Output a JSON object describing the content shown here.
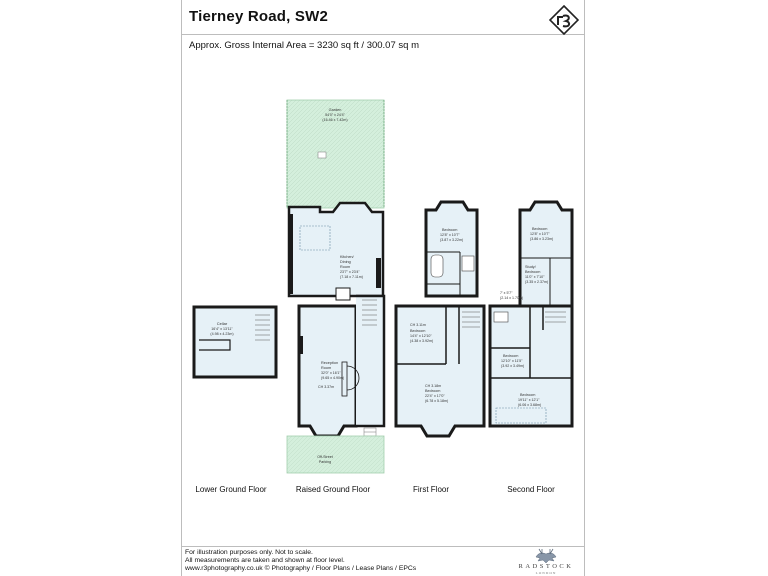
{
  "header": {
    "title": "Tierney Road, SW2",
    "area": "Approx. Gross Internal Area = 3230 sq ft  /  300.07 sq m"
  },
  "logo": {
    "icon": "r3-logo-icon"
  },
  "floors": [
    {
      "key": "lower",
      "label": "Lower Ground Floor"
    },
    {
      "key": "raised",
      "label": "Raised Ground Floor"
    },
    {
      "key": "first",
      "label": "First Floor"
    },
    {
      "key": "second",
      "label": "Second Floor"
    }
  ],
  "rooms": {
    "cellar": {
      "name": "Cellar",
      "dims1": "16'4\" x 13'11\"",
      "dims2": "(4.98 x 4.23m)"
    },
    "garden": {
      "name": "Garden",
      "dims1": "54'0\" x 24'4\"",
      "dims2": "(16.46 x 7.42m)"
    },
    "kitchen": {
      "line1": "Kitchen/",
      "line2": "Dining",
      "line3": "Room",
      "dims1": "23'7\" x 23'4\"",
      "dims2": "(7.18 x 7.11m)"
    },
    "reception": {
      "line1": "Reception",
      "line2": "Room",
      "dims1": "32'0\" x 16'1\"",
      "dims2": "(9.65 x 4.90m)"
    },
    "raised_ch": "CH 3.37m",
    "parking": {
      "line1": "Off-Street",
      "line2": "Parking"
    },
    "ff_bedroom_back": {
      "name": "Bedroom",
      "dims1": "12'8\" x 10'7\"",
      "dims2": "(3.87 x 3.22m)"
    },
    "ff_bedroom_mid": {
      "ch": "CH 3.11m",
      "name": "Bedroom",
      "dims1": "14'4\" x 12'10\"",
      "dims2": "(4.38 x 3.92m)"
    },
    "ff_bedroom_front": {
      "ch": "CH 3.18m",
      "name": "Bedroom",
      "dims1": "22'4\" x 17'0\"",
      "dims2": "(6.78 x 5.18m)"
    },
    "sf_bedroom_back": {
      "name": "Bedroom",
      "dims1": "12'8\" x 10'7\"",
      "dims2": "(3.86 x 3.23m)"
    },
    "sf_study": {
      "line1": "Study/",
      "line2": "Bedroom",
      "dims1": "11'0\" x 7'10\"",
      "dims2": "(3.35 x 2.37m)"
    },
    "sf_store": {
      "line1": "7' x 5'7\"",
      "line2": "(2.14 x 1.70m)"
    },
    "sf_bedroom_mid": {
      "name": "Bedroom",
      "dims1": "12'10\" x 11'5\"",
      "dims2": "(3.92 x 3.49m)"
    },
    "sf_bedroom_front": {
      "name": "Bedroom",
      "dims1": "19'11\" x 12'1\"",
      "dims2": "(6.06 x 3.68m)"
    }
  },
  "footer": {
    "line1": "For illustration purposes only. Not to scale.",
    "line2": "All measurements are taken and shown at floor level.",
    "line3": "www.r3photography.co.uk © Photography / Floor Plans / Lease Plans / EPCs"
  },
  "agent": {
    "name": "RADSTOCK",
    "sub": "LONDON",
    "icon": "stag-logo-icon"
  },
  "colors": {
    "wall": "#1a1a1a",
    "room_fill": "#e6f1f7",
    "garden_fill": "#d4efdc",
    "border": "#bdbdbd"
  }
}
